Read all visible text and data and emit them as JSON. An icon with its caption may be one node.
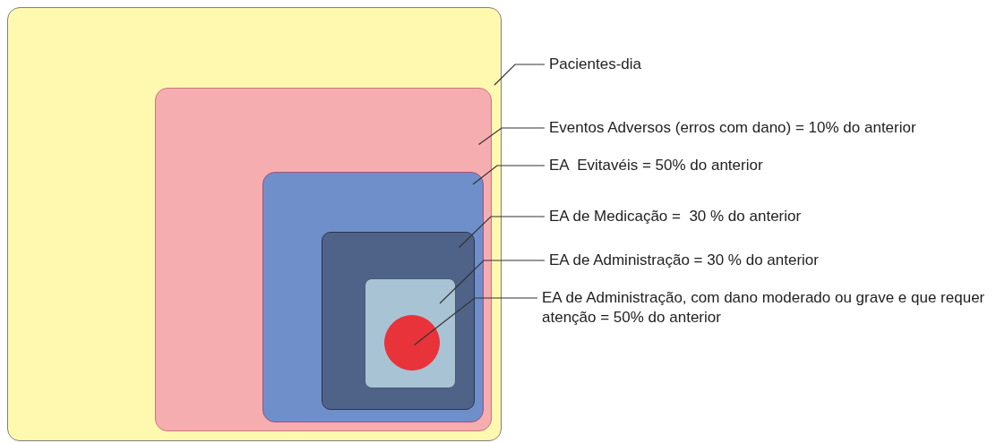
{
  "diagram": {
    "nodes": [
      {
        "text": [],
        "shape": "box"
      },
      {
        "text": [],
        "shape": "box",
        "in": 0
      },
      {
        "text": [],
        "shape": "box",
        "in": 1
      },
      {
        "text": [],
        "shape": "box",
        "in": 2
      },
      {
        "text": [],
        "shape": "box",
        "in": 3
      },
      {
        "text": [],
        "shape": "circle",
        "in": 4
      },
      {
        "text": [
          "Pacientes-dia"
        ]
      },
      {
        "text": [
          "Eventos Adversos (erros com dano) = 10% do anterior"
        ]
      },
      {
        "text": [
          "EA  Evitavéis = 50% do anterior"
        ]
      },
      {
        "text": [
          "EA de Medicação =  30 % do anterior"
        ]
      },
      {
        "text": [
          "EA de Administração = 30 % do anterior"
        ]
      },
      {
        "text": [
          "EA de Administração, com dano moderado ou grave e que requer atenção = 50% do anterior"
        ]
      }
    ],
    "edges": [
      {
        "from": 6,
        "to": 0,
        "arrow": "none"
      },
      {
        "from": 7,
        "to": 1,
        "arrow": "none"
      },
      {
        "from": 8,
        "to": 2,
        "arrow": "none"
      },
      {
        "from": 9,
        "to": 3,
        "arrow": "none"
      },
      {
        "from": 10,
        "to": 4,
        "arrow": "none"
      },
      {
        "from": 11,
        "to": 5,
        "arrow": "none"
      }
    ]
  }
}
